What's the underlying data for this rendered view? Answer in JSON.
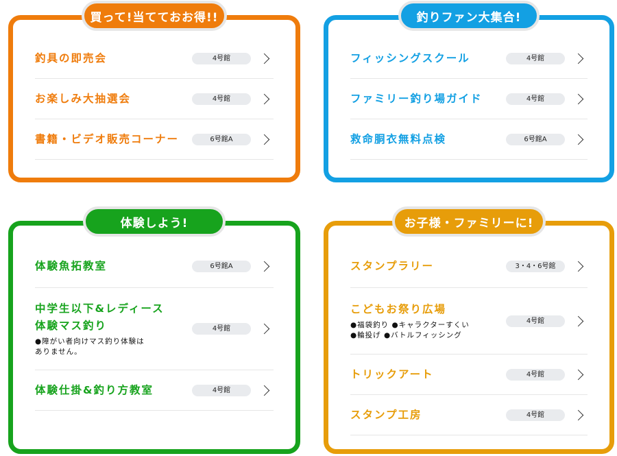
{
  "cards": [
    {
      "title": "買って!当てておお得!!",
      "color": "#ef7c0c",
      "items": [
        {
          "label": "釣具の即売会",
          "note": "",
          "hall": "4号館"
        },
        {
          "label": "お楽しみ大抽選会",
          "note": "",
          "hall": "4号館"
        },
        {
          "label": "書籍・ビデオ販売コーナー",
          "note": "",
          "hall": "6号館A"
        }
      ]
    },
    {
      "title": "釣りファン大集合!",
      "color": "#13a0e3",
      "items": [
        {
          "label": "フィッシングスクール",
          "note": "",
          "hall": "4号館"
        },
        {
          "label": "ファミリー釣り場ガイド",
          "note": "",
          "hall": "4号館"
        },
        {
          "label": "救命胴衣無料点検",
          "note": "",
          "hall": "6号館A"
        }
      ]
    },
    {
      "title": "体験しよう!",
      "color": "#17a31d",
      "items": [
        {
          "label": "体験魚拓教室",
          "note": "",
          "hall": "6号館A"
        },
        {
          "label": "中学生以下&レディース\n体験マス釣り",
          "note": "●障がい者向けマス釣り体験は\nありません。",
          "hall": "4号館"
        },
        {
          "label": "体験仕掛&釣り方教室",
          "note": "",
          "hall": "4号館"
        }
      ]
    },
    {
      "title": "お子様・ファミリーに!",
      "color": "#e79d0a",
      "items": [
        {
          "label": "スタンプラリー",
          "note": "",
          "hall": "3・4・6号館"
        },
        {
          "label": "こどもお祭り広場",
          "note": "●福袋釣り ●キャラクターすくい\n●輪投げ ●バトルフィッシング",
          "hall": "4号館"
        },
        {
          "label": "トリックアート",
          "note": "",
          "hall": "4号館"
        },
        {
          "label": "スタンプ工房",
          "note": "",
          "hall": "4号館"
        }
      ]
    }
  ]
}
